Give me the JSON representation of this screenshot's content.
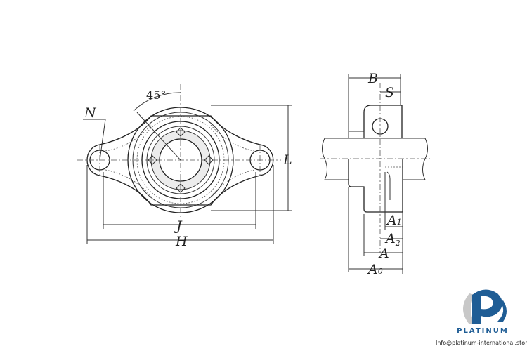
{
  "labels": {
    "N": "N",
    "angle": "45°",
    "J": "J",
    "H": "H",
    "L": "L",
    "B": "B",
    "S": "S",
    "A1": "A",
    "A1_sub": "1",
    "A2": "A",
    "A2_sub": "2",
    "A": "A",
    "A0": "A",
    "A0_sub": "0"
  },
  "logo": {
    "brand": "PLATINUM",
    "email": "Info@platinum-international.store",
    "colors": {
      "blue": "#1f5d95",
      "gray": "#c8c8c8"
    }
  }
}
